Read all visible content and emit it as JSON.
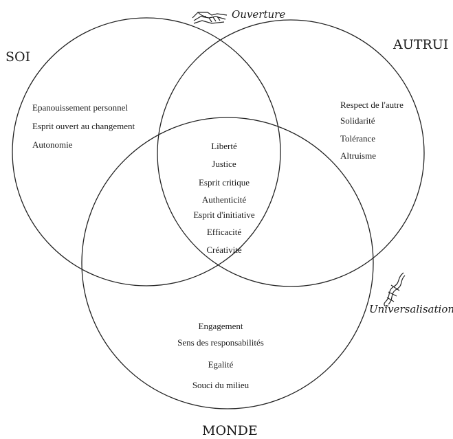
{
  "labels": {
    "ouverture": "Ouverture",
    "soi": "SOI",
    "autrui": "AUTRUI",
    "monde": "MONDE",
    "universalisation": "Universalisation"
  },
  "soi_values": [
    "Epanouissement personnel",
    "Esprit ouvert au changement",
    "Autonomie"
  ],
  "autrui_values": [
    "Respect de l'autre",
    "Solidarité",
    "Tolérance",
    "Altruisme"
  ],
  "center_values": [
    "Liberté",
    "Justice",
    "Esprit critique",
    "Authenticité",
    "Esprit d'initiative",
    "Efficacité",
    "Créativité"
  ],
  "monde_values": [
    "Engagement",
    "Sens des responsabilités",
    "Egalité",
    "Souci du milieu"
  ],
  "icons": {
    "ouverture": "handshake-icon",
    "universalisation": "spiral-ribbon-icon"
  }
}
